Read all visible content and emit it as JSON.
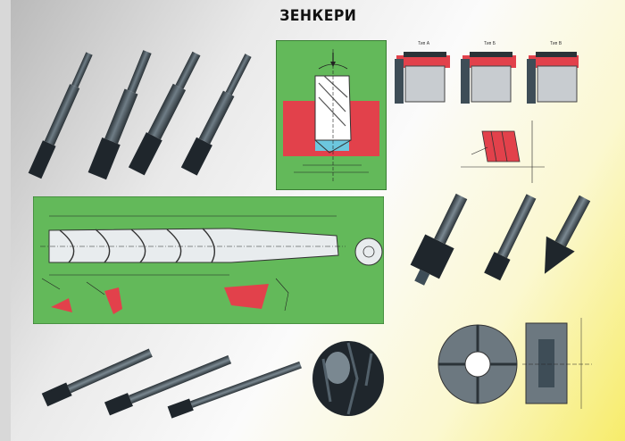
{
  "poster": {
    "title": "ЗЕНКЕРИ"
  },
  "top_right_diagram": {
    "type_labels": [
      "Тип А",
      "Тип Б",
      "Тип В"
    ]
  },
  "colors": {
    "green_panel": "#63b95a",
    "red_material": "#e2414b",
    "cyan_insert": "#6cc7de",
    "tool_steel": "#3e4d57",
    "tool_dark": "#1f262c",
    "background_yellow": "#f7ec6a"
  }
}
